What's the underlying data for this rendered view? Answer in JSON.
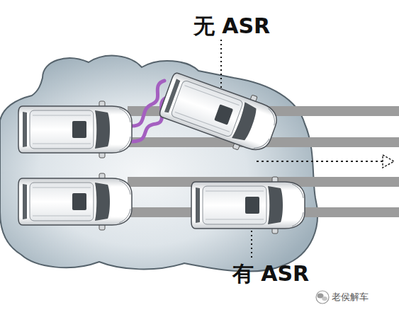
{
  "diagram": {
    "labels": [
      "无 ASR",
      "有 ASR",
      "老侯解车"
    ]
  }
}
